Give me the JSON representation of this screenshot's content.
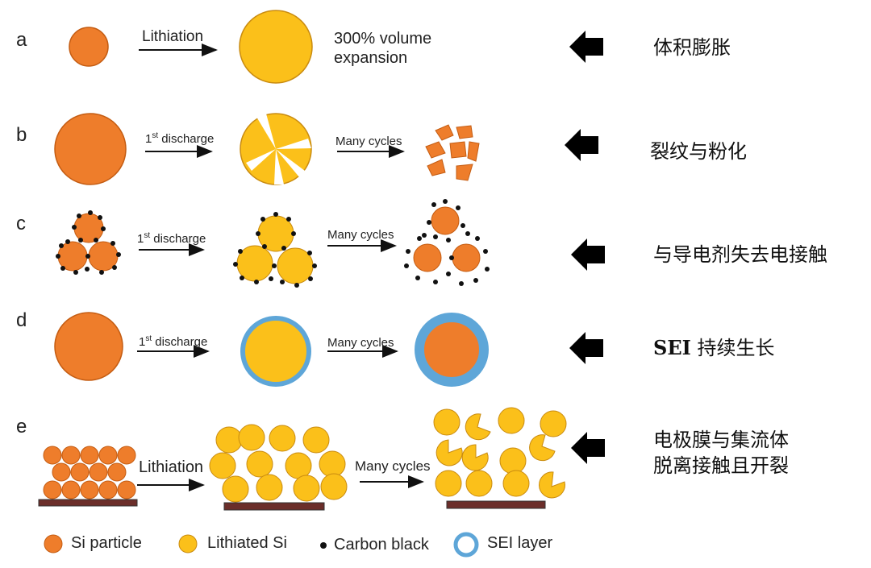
{
  "rows": [
    {
      "letter": "a",
      "arrow1_label": "Lithiation",
      "result": "300% volume\nexpansion",
      "cn": "体积膨胀"
    },
    {
      "letter": "b",
      "arrow1_label": "1st discharge",
      "arrow2_label": "Many cycles",
      "cn": "裂纹与粉化"
    },
    {
      "letter": "c",
      "arrow1_label": "1st discharge",
      "arrow2_label": "Many cycles",
      "cn": "与导电剂失去电接触"
    },
    {
      "letter": "d",
      "arrow1_label": "1st discharge",
      "arrow2_label": "Many cycles",
      "cn_prefix": "SEI",
      "cn": "持续生长"
    },
    {
      "letter": "e",
      "arrow1_label": "Lithiation",
      "arrow2_label": "Many cycles",
      "cn_line1": "电极膜与集流体",
      "cn_line2": "脱离接触且开裂"
    }
  ],
  "legend": [
    {
      "label": "Si particle",
      "kind": "si"
    },
    {
      "label": "Lithiated Si",
      "kind": "lith"
    },
    {
      "label": "Carbon black",
      "kind": "carbon"
    },
    {
      "label": "SEI layer",
      "kind": "sei"
    }
  ],
  "colors": {
    "si": "#EE7D2B",
    "si_stroke": "#C45C12",
    "lith": "#FBC01A",
    "lith_stroke": "#C98B10",
    "sei": "#5EA6D8",
    "carbon": "#111111",
    "collector": "#6B2E2A",
    "arrow": "#111111"
  }
}
